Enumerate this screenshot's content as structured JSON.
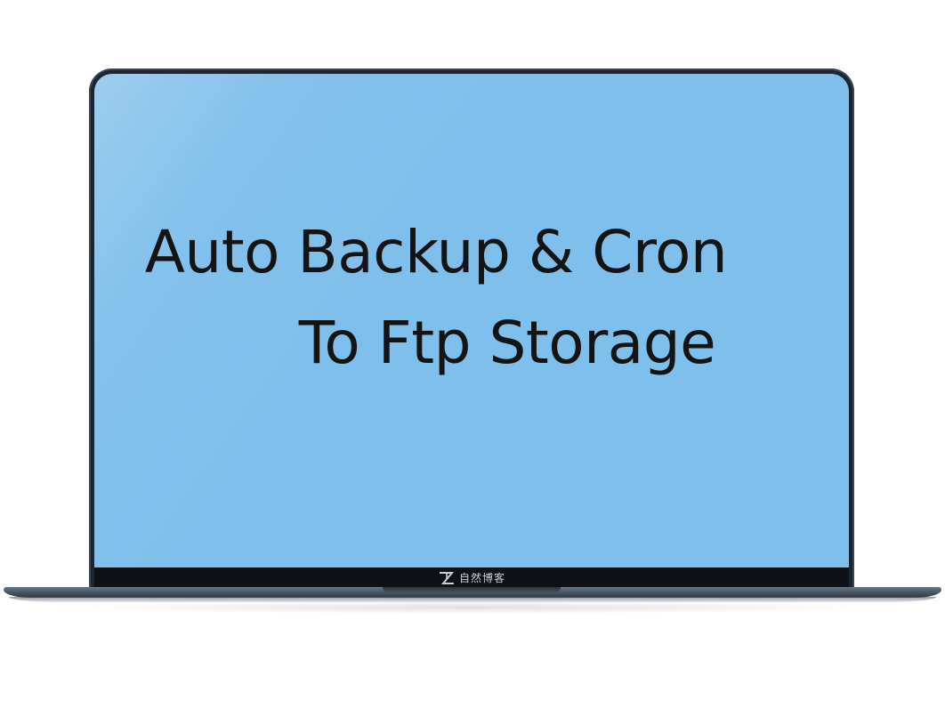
{
  "screen": {
    "headline_line1": "Auto Backup & Cron",
    "headline_line2": "To Ftp Storage"
  },
  "bezel": {
    "logo_icon": "zr-logo-icon",
    "logo_text": "自然博客"
  },
  "colors": {
    "screen_bg": "#7fbfeb",
    "bezel": "#1d2630",
    "text": "#141414"
  }
}
